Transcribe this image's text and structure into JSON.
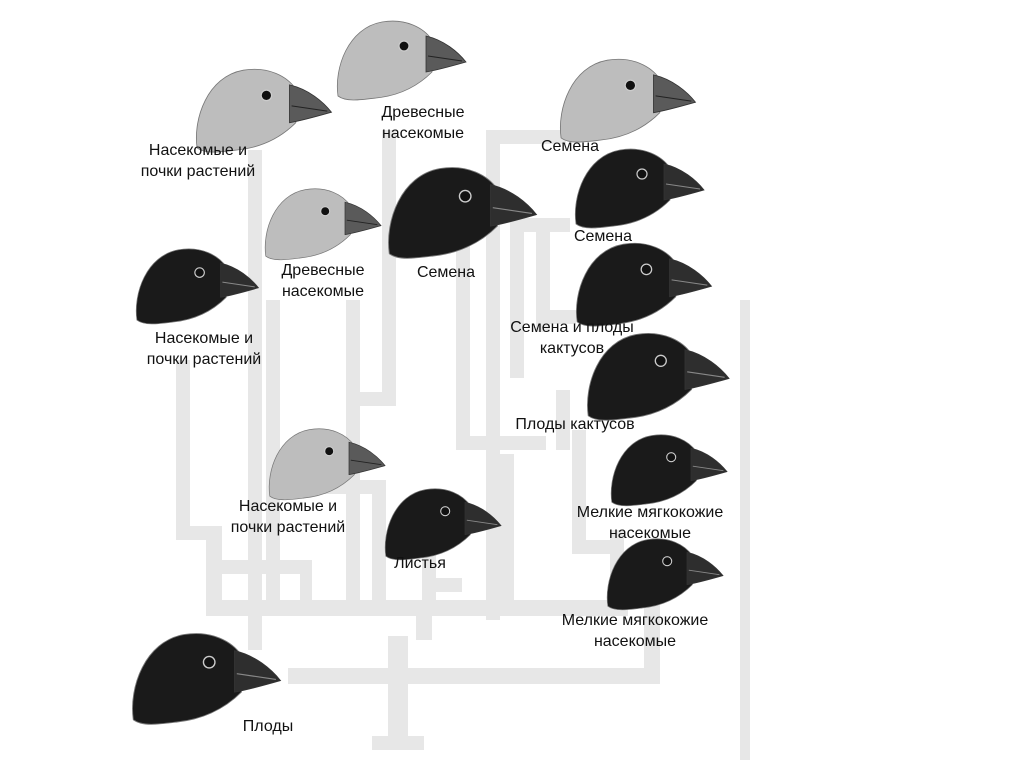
{
  "diagram": {
    "colors": {
      "background": "#ffffff",
      "tree": "#e7e7e7",
      "bird_dark": "#1a1a1a",
      "bird_light": "#bdbdbd",
      "beak": "#5a5a5a",
      "text": "#111111"
    },
    "labels": {
      "insects_buds_1": [
        "Насекомые и",
        "почки растений"
      ],
      "tree_insects_1": [
        "Древесные",
        "насекомые"
      ],
      "seeds_1": [
        "Семена"
      ],
      "seeds_2": [
        "Семена"
      ],
      "tree_insects_2": [
        "Древесные",
        "насекомые"
      ],
      "seeds_3": [
        "Семена"
      ],
      "insects_buds_2": [
        "Насекомые и",
        "почки растений"
      ],
      "seeds_cactus": [
        "Семена и плоды",
        "кактусов"
      ],
      "cactus_fruit": [
        "Плоды кактусов"
      ],
      "insects_buds_3": [
        "Насекомые и",
        "почки растений"
      ],
      "soft_insects_1": [
        "Мелкие мягкокожие",
        "насекомые"
      ],
      "leaves": [
        "Листья"
      ],
      "soft_insects_2": [
        "Мелкие мягкокожие",
        "насекомые"
      ],
      "fruits": [
        "Плоды"
      ]
    }
  }
}
